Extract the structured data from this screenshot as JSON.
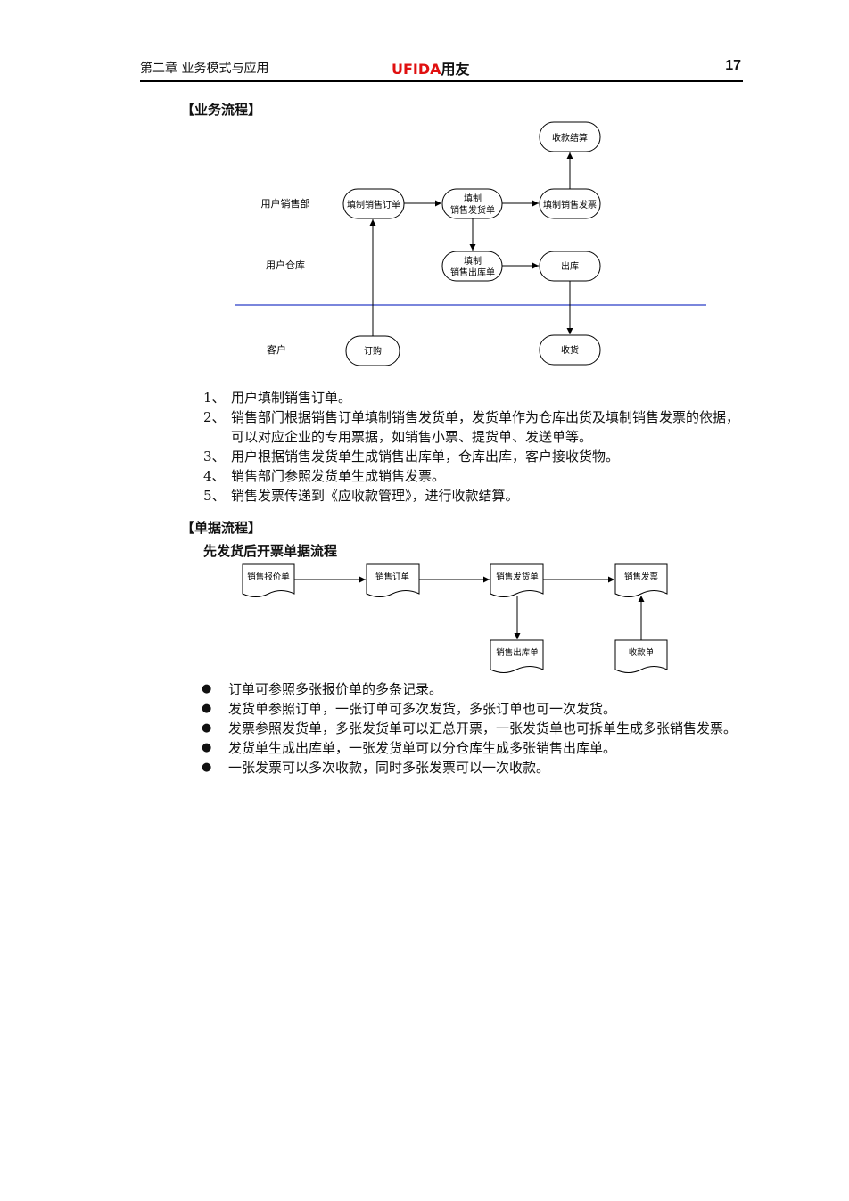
{
  "header": {
    "chapter": "第二章   业务模式与应用",
    "brand_en": "UFIDA",
    "brand_cn": "用友",
    "page_number": "17"
  },
  "business_flow": {
    "title": "【业务流程】",
    "lanes": {
      "sales": "用户销售部",
      "warehouse": "用户仓库",
      "customer": "客户"
    },
    "nodes": {
      "settlement": "收款结算",
      "fill_order": "填制销售订单",
      "fill_delivery_1": "填制",
      "fill_delivery_2": "销售发货单",
      "fill_invoice": "填制销售发票",
      "fill_outbound_1": "填制",
      "fill_outbound_2": "销售出库单",
      "outbound": "出库",
      "order": "订购",
      "receive": "收货"
    },
    "steps": [
      {
        "num": "1、",
        "text": "用户填制销售订单。"
      },
      {
        "num": "2、",
        "text": "销售部门根据销售订单填制销售发货单，发货单作为仓库出货及填制销售发票的依据，可以对应企业的专用票据，如销售小票、提货单、发送单等。"
      },
      {
        "num": "3、",
        "text": "用户根据销售发货单生成销售出库单，仓库出库，客户接收货物。"
      },
      {
        "num": "4、",
        "text": "销售部门参照发货单生成销售发票。"
      },
      {
        "num": "5、",
        "text": "销售发票传递到《应收款管理》，进行收款结算。"
      }
    ]
  },
  "document_flow": {
    "title": "【单据流程】",
    "subtitle": "先发货后开票单据流程",
    "docs": {
      "quote": "销售报价单",
      "order": "销售订单",
      "delivery": "销售发货单",
      "invoice": "销售发票",
      "outbound": "销售出库单",
      "receipt": "收款单"
    },
    "bullets": [
      "订单可参照多张报价单的多条记录。",
      "发货单参照订单，一张订单可多次发货，多张订单也可一次发货。",
      "发票参照发货单，多张发货单可以汇总开票，一张发货单也可拆单生成多张销售发票。",
      "发货单生成出库单，一张发货单可以分仓库生成多张销售出库单。",
      "一张发票可以多次收款，同时多张发票可以一次收款。"
    ]
  },
  "colors": {
    "divider": "#2b3fc8",
    "brand": "#e01010"
  }
}
